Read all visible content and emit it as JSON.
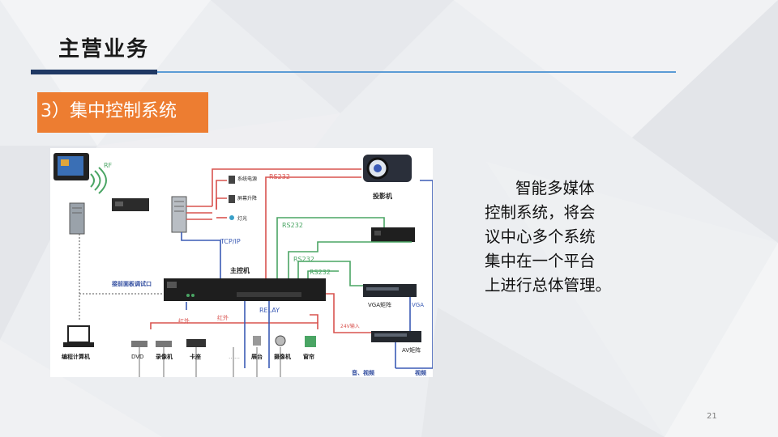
{
  "slide": {
    "title": "主营业务",
    "section": "3）集中控制系统",
    "description_lines": [
      "智能多媒体",
      "控制系统，将会",
      "议中心多个系统",
      "集中在一个平台",
      "上进行总体管理。"
    ],
    "page_number": "21"
  },
  "diagram": {
    "labels": {
      "rf": "RF",
      "rs232_a": "RS232",
      "rs232_b": "RS232",
      "rs232_c": "RS232",
      "rs232_d": "RS232",
      "projector": "投影机",
      "sys_power": "系统电源",
      "screen_lift": "屏幕升降",
      "light": "灯光",
      "tcpip": "TCP/IP",
      "main_controller": "主控机",
      "front_panel": "接前面板调试口",
      "relay": "RELAY",
      "infrared_a": "红外",
      "infrared_b": "红外",
      "v24": "24V输入",
      "vga_matrix": "VGA矩阵",
      "vga": "VGA",
      "av_matrix": "AV矩阵",
      "prog_computer": "编程计算机",
      "dvd": "DVD",
      "vcr": "录像机",
      "deck": "卡座",
      "dots": "……",
      "booth": "展台",
      "camera": "摄像机",
      "curtain": "窗帘",
      "audio_video": "音、视频",
      "video": "视频"
    }
  },
  "colors": {
    "accent_orange": "#ed7d31",
    "title_bar_dark": "#1f3864",
    "title_bar_light": "#5b9bd5",
    "wire_red": "#d9534f",
    "wire_green": "#4aa564",
    "wire_blue": "#3b5bb5",
    "label_blue": "#2e4a9e"
  }
}
